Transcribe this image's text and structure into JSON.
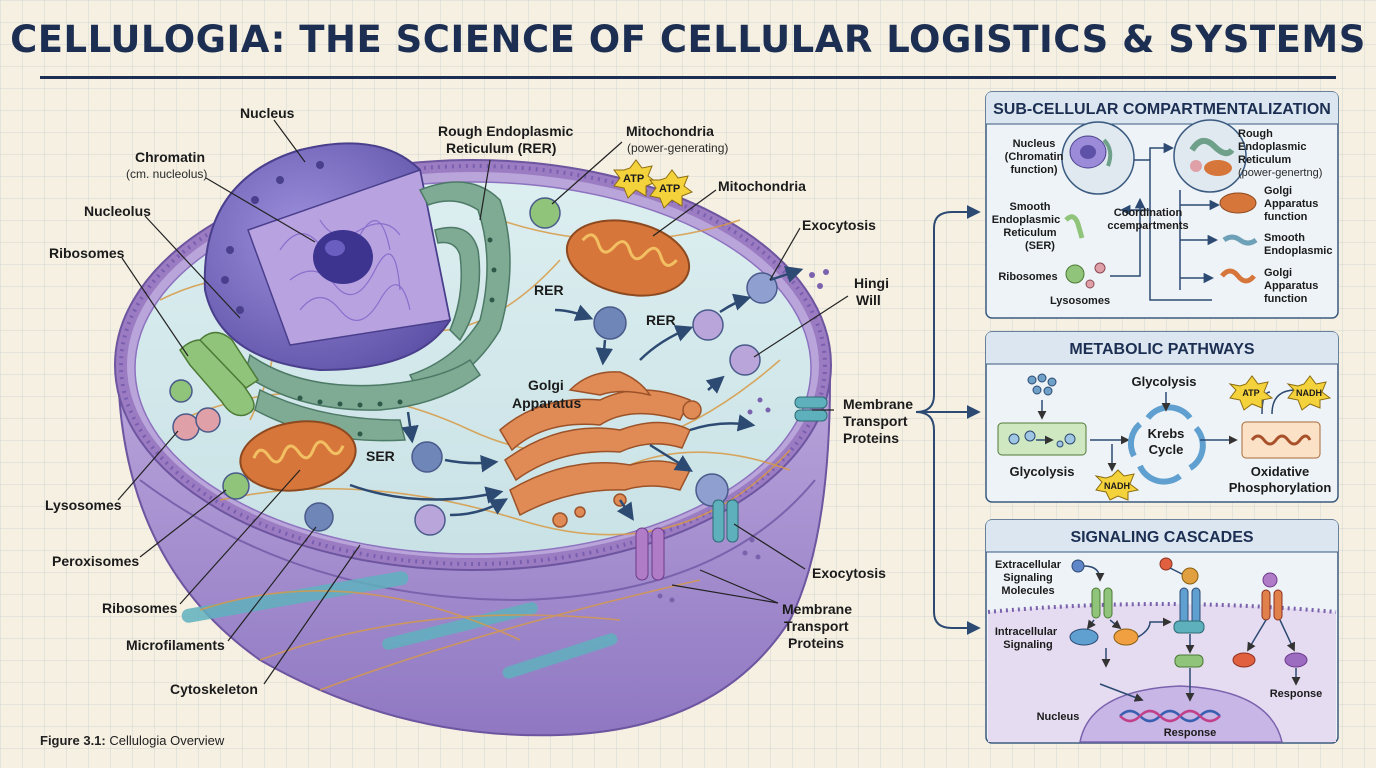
{
  "title": "CELLULOGIA: THE SCIENCE OF CELLULAR LOGISTICS & SYSTEMS",
  "caption": {
    "figure": "Figure 3.1:",
    "text": "Cellulogia Overview"
  },
  "cell_labels": {
    "nucleus": "Nucleus",
    "chromatin": "Chromatin",
    "chromatin_sub": "(cm. nucleolus)",
    "nucleolus": "Nucleolus",
    "ribosomes_top": "Ribosomes",
    "rer_1": "Rough Endoplasmic",
    "rer_2": "Reticulum (RER)",
    "mito_top": "Mitochondria",
    "mito_top_sub": "(power-generating)",
    "mito_right": "Mitochondria",
    "atp_1": "ATP",
    "atp_2": "ATP",
    "exocytosis_top": "Exocytosis",
    "hingi_1": "Hingi",
    "hingi_2": "Will",
    "rer_mid_1": "RER",
    "rer_mid_2": "RER",
    "golgi_1": "Golgi",
    "golgi_2": "Apparatus",
    "ser": "SER",
    "mtp_1": "Membrane",
    "mtp_2": "Transport",
    "mtp_3": "Proteins",
    "lysosomes": "Lysosomes",
    "peroxisomes": "Peroxisomes",
    "ribosomes_bottom": "Ribosomes",
    "microfilaments": "Microfilaments",
    "cytoskeleton": "Cytoskeleton",
    "exocytosis_bottom": "Exocytosis",
    "mtp_b1": "Membrane",
    "mtp_b2": "Transport",
    "mtp_b3": "Proteins"
  },
  "panel_compartments": {
    "title": "SUB-CELLULAR COMPARTMENTALIZATION",
    "nucleus_1": "Nucleus",
    "nucleus_2": "(Chromatin",
    "nucleus_3": "function)",
    "ser_1": "Smooth",
    "ser_2": "Endoplasmic",
    "ser_3": "Reticulum",
    "ser_4": "(SER)",
    "ribosomes": "Ribosomes",
    "lysosomes": "Lysosomes",
    "coord_1": "Coordination",
    "coord_2": "ccempartments",
    "rer_1": "Rough",
    "rer_2": "Endoplasmic",
    "rer_3": "Reticulum",
    "rer_4": "(power-genertng)",
    "golgi_1": "Golgi",
    "golgi_2": "Apparatus",
    "golgi_3": "function",
    "smooth_1": "Smooth",
    "smooth_2": "Endoplasmic",
    "golgi2_1": "Golgi",
    "golgi2_2": "Apparatus",
    "golgi2_3": "function"
  },
  "panel_metabolic": {
    "title": "METABOLIC PATHWAYS",
    "glycolysis_top": "Glycolysis",
    "glycolysis_left": "Glycolysis",
    "krebs_1": "Krebs",
    "krebs_2": "Cycle",
    "atp": "ATP",
    "nadh_top": "NADH",
    "nadh_bottom": "NADH",
    "oxphos_1": "Oxidative",
    "oxphos_2": "Phosphorylation"
  },
  "panel_signaling": {
    "title": "SIGNALING CASCADES",
    "extra_1": "Extracellular",
    "extra_2": "Signaling",
    "extra_3": "Molecules",
    "intra_1": "Intracellular",
    "intra_2": "Signaling",
    "nucleus": "Nucleus",
    "response_bottom": "Response",
    "response_right": "Response"
  },
  "colors": {
    "title": "#1c2f52",
    "nucleus": "#7a6cc0",
    "er": "#6ea08a",
    "mitochondria": "#d7763a",
    "golgi": "#e08a55",
    "membrane": "#9b7cc2",
    "panel_header": "#dbe6f0"
  }
}
